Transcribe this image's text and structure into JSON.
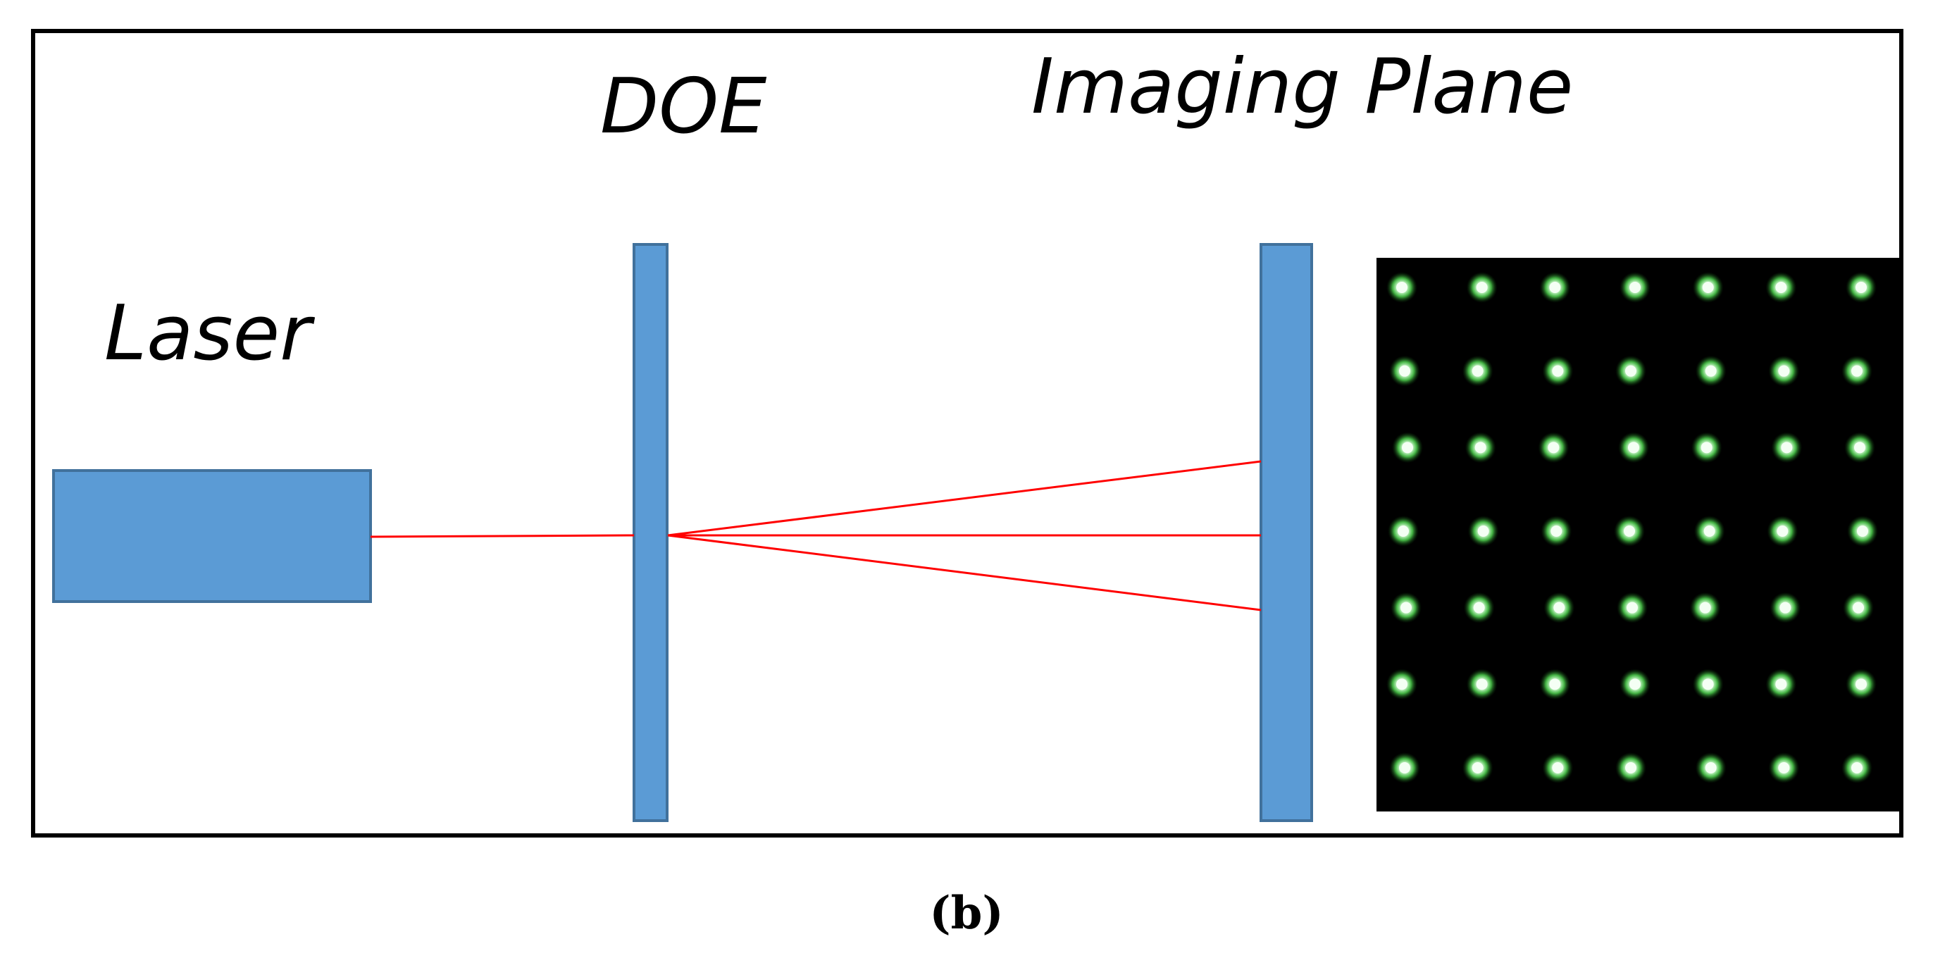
{
  "labels": {
    "laser": "Laser",
    "doe": "DOE",
    "imaging_plane": "Imaging Plane"
  },
  "caption": "(b)",
  "colors": {
    "component_fill": "#5b9bd5",
    "component_stroke": "#41719c",
    "beam": "#ff0000",
    "frame": "#000000",
    "spot_pattern_background": "#000000",
    "spot_color": "#7dff7d"
  },
  "spot_pattern": {
    "rows": 7,
    "cols": 7
  }
}
